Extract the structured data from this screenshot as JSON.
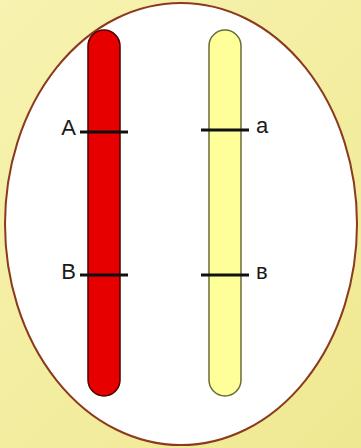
{
  "diagram": {
    "labels": [
      "A",
      "B",
      "a",
      "в"
    ]
  }
}
